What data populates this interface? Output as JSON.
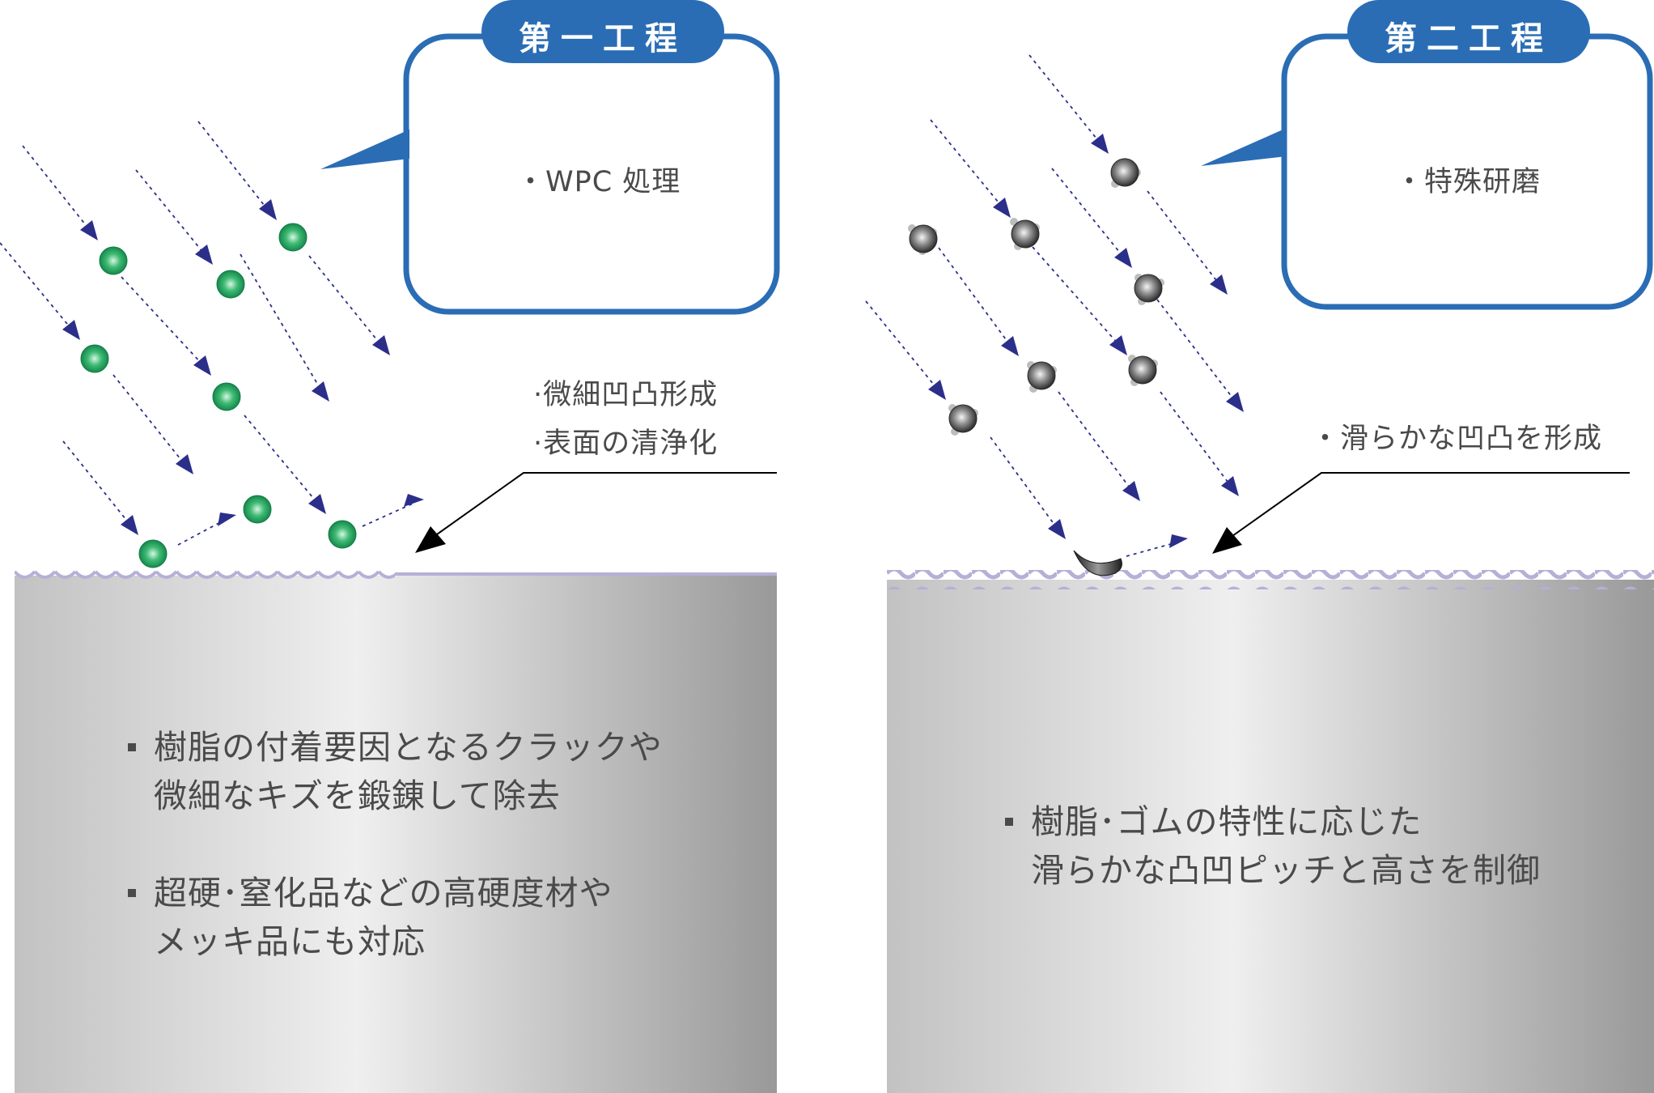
{
  "stage1": {
    "title": "第一工程",
    "callout": "・WPC 処理",
    "notes": [
      "·微細凹凸形成",
      "·表面の清浄化"
    ],
    "bullets": [
      {
        "lines": [
          "樹脂の付着要因となるクラックや",
          "微細なキズを鍛錬して除去"
        ]
      },
      {
        "lines": [
          "超硬･窒化品などの高硬度材や",
          "メッキ品にも対応"
        ]
      }
    ]
  },
  "stage2": {
    "title": "第二工程",
    "callout": "・特殊研磨",
    "notes": [
      "・滑らかな凹凸を形成"
    ],
    "bullets": [
      {
        "lines": [
          "樹脂･ゴムの特性に応じた",
          "滑らかな凸凹ピッチと高さを制御"
        ]
      }
    ]
  },
  "colors": {
    "accent_blue": "#2a6db5",
    "arrow_navy": "#2b2f8a",
    "surface_lavender": "#b4b0d6",
    "text": "#4a4a4a"
  }
}
